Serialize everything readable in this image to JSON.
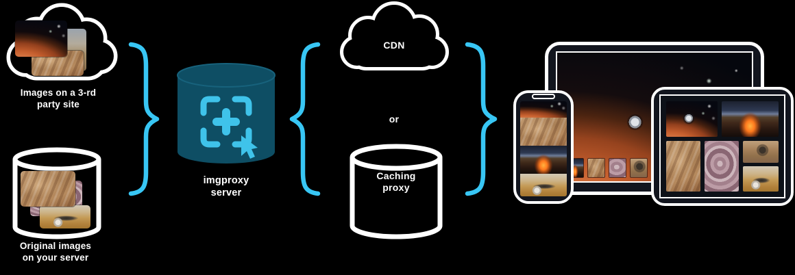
{
  "colors": {
    "background": "#000000",
    "outline": "#ffffff",
    "text": "#ffffff",
    "brace": "#38c6f4",
    "imgproxy_cylinder": "#0e4e64",
    "imgproxy_icon": "#3fc3ea",
    "device_frame": "#12151e"
  },
  "sources": {
    "third_party": {
      "label": "Images on a 3-rd\nparty site",
      "container_icon": "cloud-outline-icon",
      "photos": [
        "gray-cliff-photo",
        "brown-terrain-photo",
        "mars-planet-photo"
      ]
    },
    "own_server": {
      "label": "Original images\non your server",
      "container_icon": "database-cylinder-icon",
      "photos": [
        "purple-marble-photo",
        "lander-sand-photo",
        "rocky-terrain-photo"
      ]
    }
  },
  "processor": {
    "label": "imgproxy\nserver",
    "icon": "crop-cursor-icon"
  },
  "delivery": {
    "cdn": {
      "label": "CDN",
      "icon": "cloud-outline-icon"
    },
    "or_label": "or",
    "caching_proxy": {
      "label": "Caching\nproxy",
      "icon": "database-cylinder-icon"
    }
  },
  "devices": {
    "laptop": {
      "screen": "mars-planet-probe-photo",
      "thumbnails": [
        "volcano-photo",
        "rocky-terrain-photo",
        "purple-marble-photo",
        "rover-photo",
        "lander-sand-photo"
      ]
    },
    "phone": {
      "screens": [
        "mars-planet-photo",
        "rocky-terrain-photo",
        "volcano-photo",
        "lander-sand-photo"
      ]
    },
    "tablet": {
      "grid": [
        "mars-planet-probe-photo",
        "volcano-photo",
        "rocky-terrain-photo",
        "purple-marble-photo",
        "rover-photo",
        "lander-sand-photo"
      ]
    }
  }
}
